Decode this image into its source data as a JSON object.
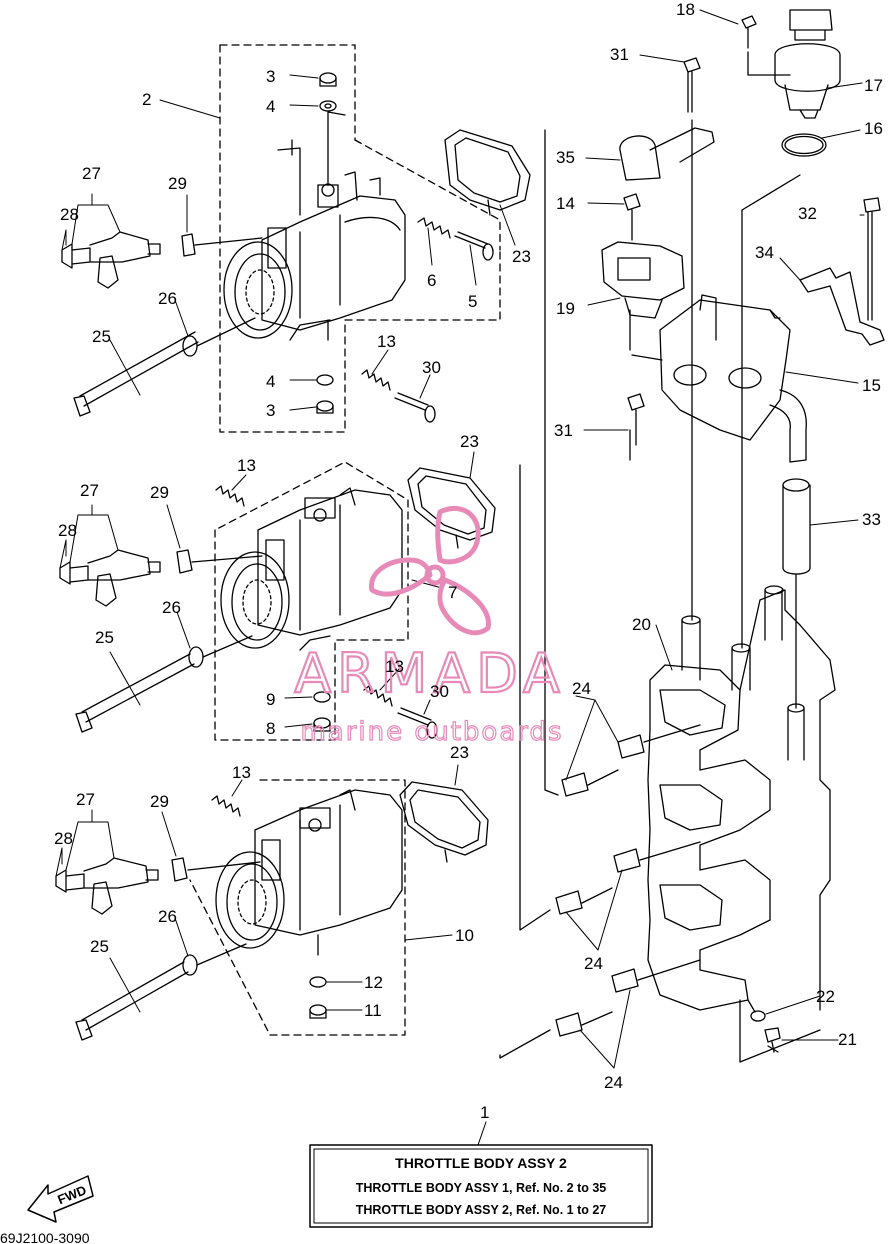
{
  "diagram": {
    "part_numbers": [
      "1",
      "2",
      "3",
      "4",
      "5",
      "6",
      "7",
      "8",
      "9",
      "10",
      "11",
      "12",
      "13",
      "14",
      "15",
      "16",
      "17",
      "18",
      "19",
      "20",
      "21",
      "22",
      "23",
      "24",
      "25",
      "26",
      "27",
      "28",
      "29",
      "30",
      "31",
      "32",
      "33",
      "34",
      "35"
    ],
    "legend": {
      "title": "THROTTLE  BODY ASSY 2",
      "line1": "THROTTLE BODY ASSY 1, Ref. No. 2 to 35",
      "line2": "THROTTLE BODY ASSY 2, Ref. No. 1 to 27"
    },
    "fwd_label": "FWD",
    "drawing_code": "69J2100-3090"
  },
  "watermark": {
    "brand": "ARMADA",
    "tagline": "marine outboards",
    "color": "#e88ab8"
  },
  "colors": {
    "ink": "#000000",
    "paper": "#ffffff"
  }
}
